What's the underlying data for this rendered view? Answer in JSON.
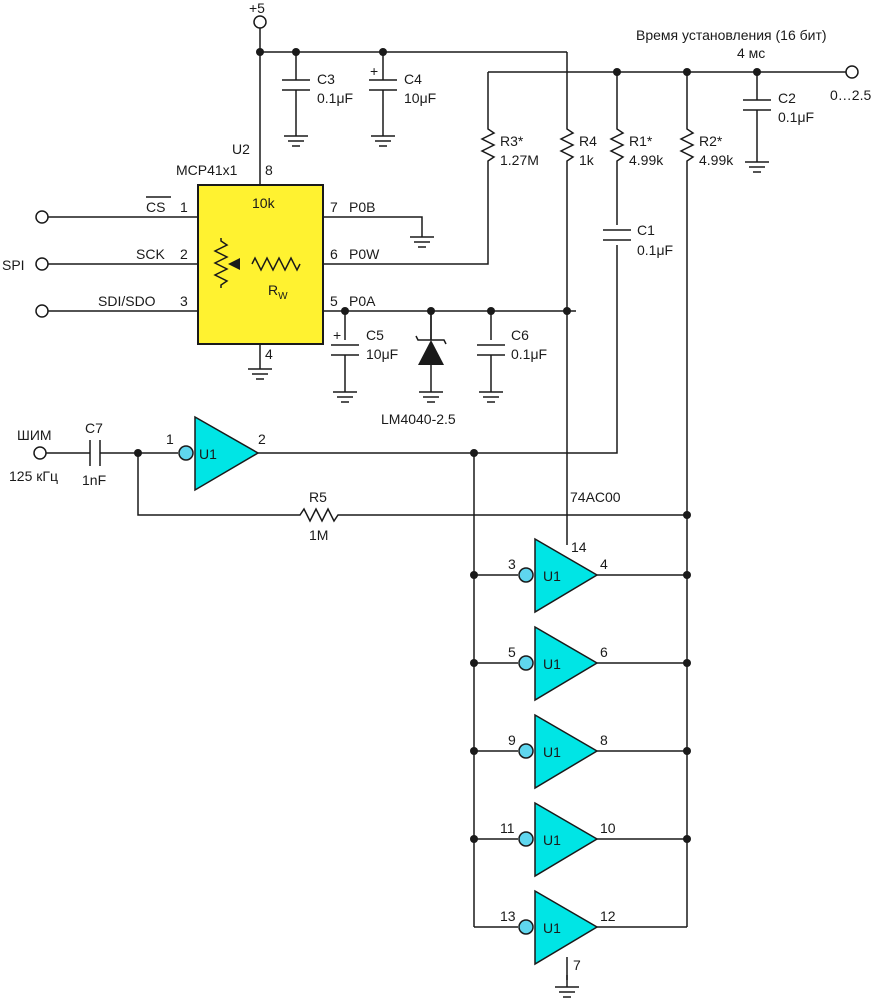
{
  "supply": "+5",
  "settling": {
    "title": "Время установления (16 бит)",
    "value": "4 мс"
  },
  "output_label": "0…2.5",
  "chip_u2": {
    "ref": "U2",
    "part": "MCP41x1",
    "value": "10k",
    "rw_main": "R",
    "rw_sub": "W"
  },
  "pins_u2": {
    "p1_name": "CS",
    "p1_num": "1",
    "p2_name": "SCK",
    "p2_num": "2",
    "p3_name": "SDI/SDO",
    "p3_num": "3",
    "p4_num": "4",
    "p5_num": "5",
    "p5_name": "P0A",
    "p6_num": "6",
    "p6_name": "P0W",
    "p7_num": "7",
    "p7_name": "P0B",
    "p8_num": "8"
  },
  "spi_label": "SPI",
  "pwm": {
    "label": "ШИМ",
    "freq": "125 кГц"
  },
  "components": {
    "c1_ref": "C1",
    "c1_val": "0.1μF",
    "c2_ref": "C2",
    "c2_val": "0.1μF",
    "c3_ref": "C3",
    "c3_val": "0.1μF",
    "c4_ref": "C4",
    "c4_val": "10μF",
    "c5_ref": "C5",
    "c5_val": "10μF",
    "c6_ref": "C6",
    "c6_val": "0.1μF",
    "c7_ref": "C7",
    "c7_val": "1nF",
    "r1_ref": "R1*",
    "r1_val": "4.99k",
    "r2_ref": "R2*",
    "r2_val": "4.99k",
    "r3_ref": "R3*",
    "r3_val": "1.27M",
    "r4_ref": "R4",
    "r4_val": "1k",
    "r5_ref": "R5",
    "r5_val": "1M",
    "d1_part": "LM4040-2.5",
    "plus": "+"
  },
  "logic": {
    "ref": "U1",
    "part": "74AC00",
    "vcc_pin": "14",
    "gnd_pin": "7",
    "g1_in": "1",
    "g1_out": "2",
    "g2_in": "3",
    "g2_out": "4",
    "g3_in": "5",
    "g3_out": "6",
    "g4_in": "9",
    "g4_out": "8",
    "g5_in": "11",
    "g5_out": "10",
    "g6_in": "13",
    "g6_out": "12"
  },
  "colors": {
    "chip": "#fff230",
    "gate": "#00e5e5",
    "bubble": "#5fd6ee",
    "wire": "#1a1a1a"
  }
}
